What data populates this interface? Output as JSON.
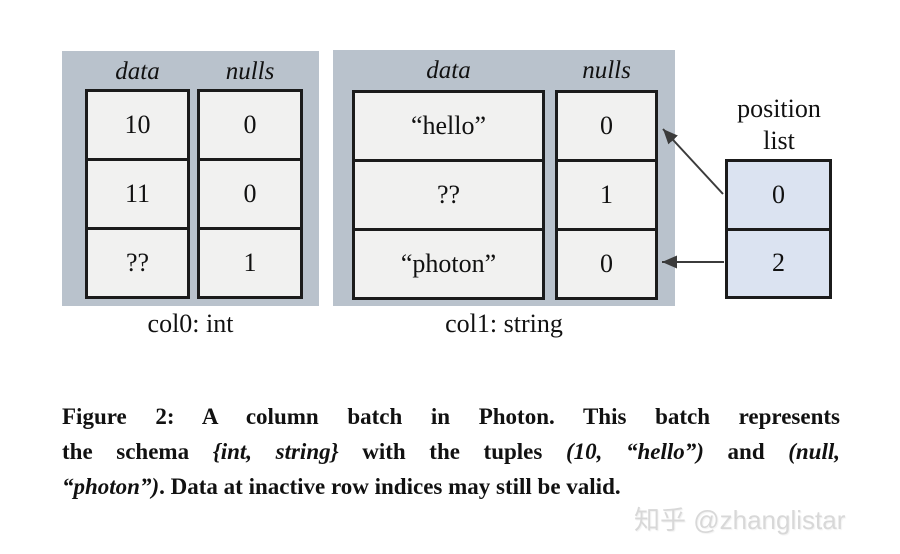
{
  "diagram": {
    "col0": {
      "label": "col0: int",
      "headers": {
        "data": "data",
        "nulls": "nulls"
      },
      "data_values": [
        "10",
        "11",
        "??"
      ],
      "null_values": [
        "0",
        "0",
        "1"
      ]
    },
    "col1": {
      "label": "col1: string",
      "headers": {
        "data": "data",
        "nulls": "nulls"
      },
      "data_values": [
        "“hello”",
        "??",
        "“photon”"
      ],
      "null_values": [
        "0",
        "1",
        "0"
      ]
    },
    "position_list": {
      "label_line1": "position",
      "label_line2": "list",
      "values": [
        "0",
        "2"
      ]
    },
    "colors": {
      "panel_bg": "#b9c2cc",
      "cell_bg": "#f1f1f0",
      "poslist_cell_bg": "#dbe3f1",
      "border": "#1b1b1b",
      "arrow": "#3b3b3b",
      "text": "#111111",
      "watermark": "#d8d8d8"
    }
  },
  "caption": {
    "lines": [
      {
        "parts": [
          {
            "text": "Figure 2: A column batch in Photon. This batch represents"
          }
        ]
      },
      {
        "parts": [
          {
            "text": "the schema "
          },
          {
            "text": "{int, string}",
            "italic": true
          },
          {
            "text": " with the tuples "
          },
          {
            "text": "(10, “hello”)",
            "italic": true
          },
          {
            "text": " and "
          },
          {
            "text": "(null,",
            "italic": true
          }
        ]
      },
      {
        "parts": [
          {
            "text": "“photon”)",
            "italic": true
          },
          {
            "text": ". Data at inactive row indices may still be valid."
          }
        ]
      }
    ]
  },
  "watermark": {
    "text": "知乎 @zhanglistar"
  }
}
